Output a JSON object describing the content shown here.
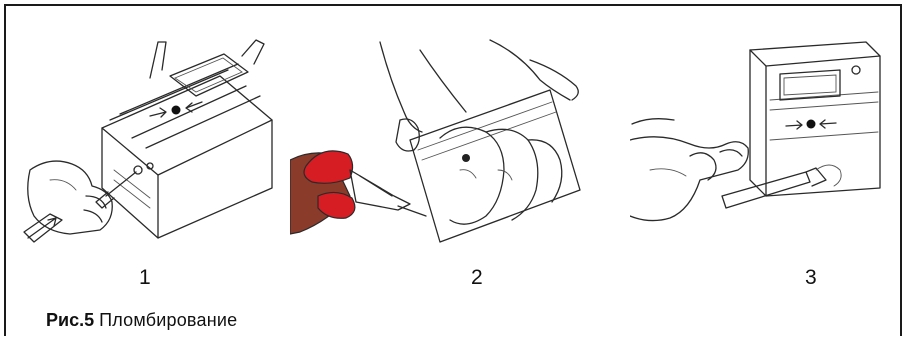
{
  "figure": {
    "steps": [
      {
        "number": "1"
      },
      {
        "number": "2"
      },
      {
        "number": "3"
      }
    ],
    "caption": {
      "fig_number": "Рис.5",
      "title": "Пломбирование"
    }
  },
  "colors": {
    "pliers_handle": "#d61d24",
    "skin_shadow": "#8a3b2a",
    "line": "#2a2a2a",
    "border": "#1a1a1a"
  },
  "icons": [
    "arrow-in-left-icon",
    "dot-icon",
    "arrow-in-right-icon"
  ]
}
